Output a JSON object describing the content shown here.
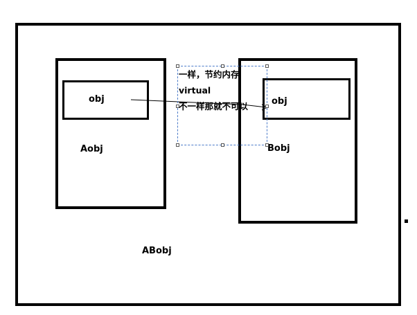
{
  "diagram": {
    "outer_label": "ABobj",
    "left_object": {
      "label": "Aobj",
      "inner_label": "obj"
    },
    "right_object": {
      "label": "Bobj",
      "inner_label": "obj"
    },
    "annotation": {
      "line1": "一样，节约内存",
      "line2": "virtual",
      "line3": "不一样那就不可以"
    }
  },
  "colors": {
    "stroke": "#000000",
    "selection": "#4a7ac8",
    "background": "#ffffff"
  }
}
